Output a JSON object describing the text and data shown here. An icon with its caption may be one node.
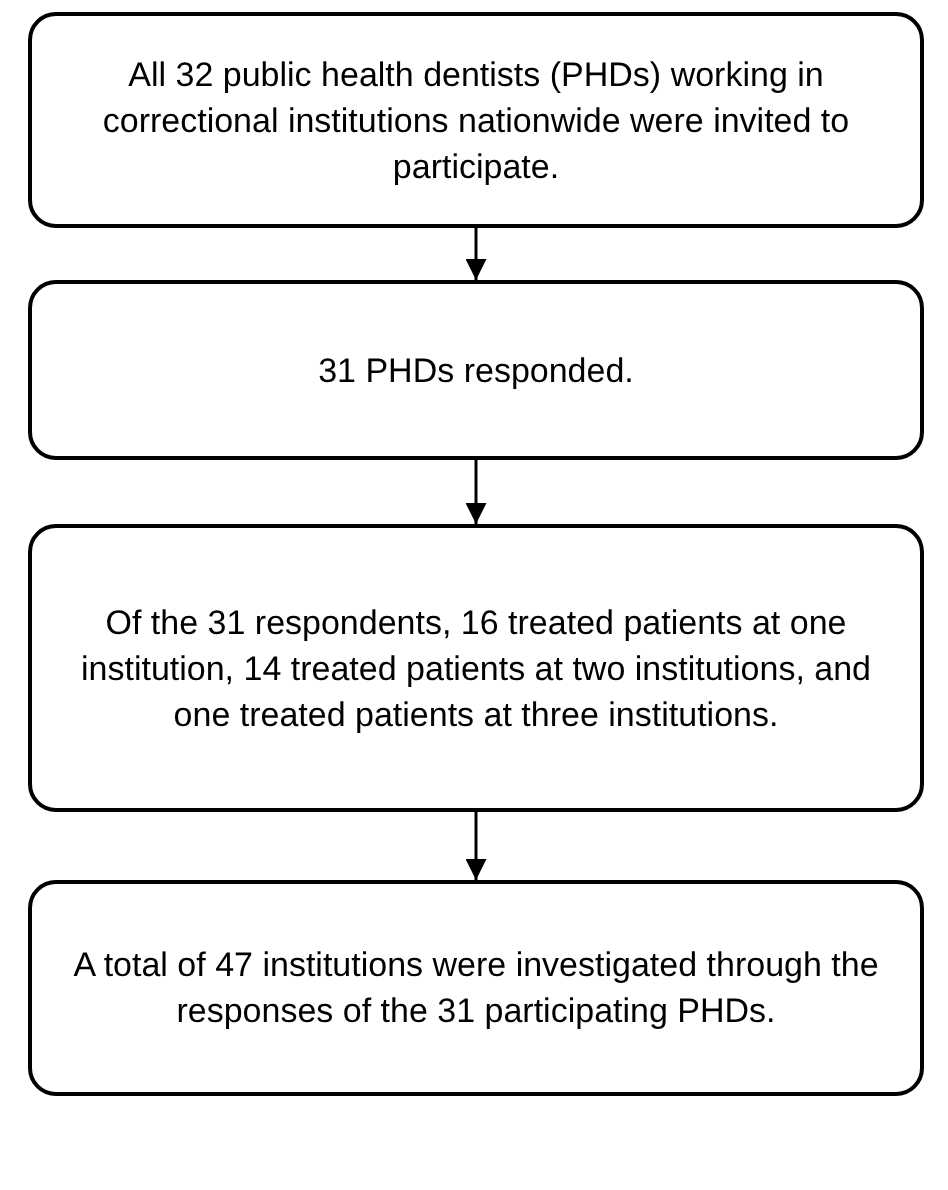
{
  "diagram": {
    "nodes": [
      {
        "text": [
          "All 32 public health dentists (PHDs) working in correctional institutions nationwide were invited to participate."
        ]
      },
      {
        "text": [
          "31 PHDs responded."
        ]
      },
      {
        "text": [
          "Of the 31 respondents, 16 treated patients at one institution, 14 treated patients at two institutions, and one treated patients at three institutions."
        ]
      },
      {
        "text": [
          "A total of 47 institutions were investigated through the responses of the 31 participating PHDs."
        ]
      }
    ],
    "edges": [
      {
        "from": 0,
        "to": 1,
        "arrow": "to"
      },
      {
        "from": 1,
        "to": 2,
        "arrow": "to"
      },
      {
        "from": 2,
        "to": 3,
        "arrow": "to"
      }
    ]
  }
}
